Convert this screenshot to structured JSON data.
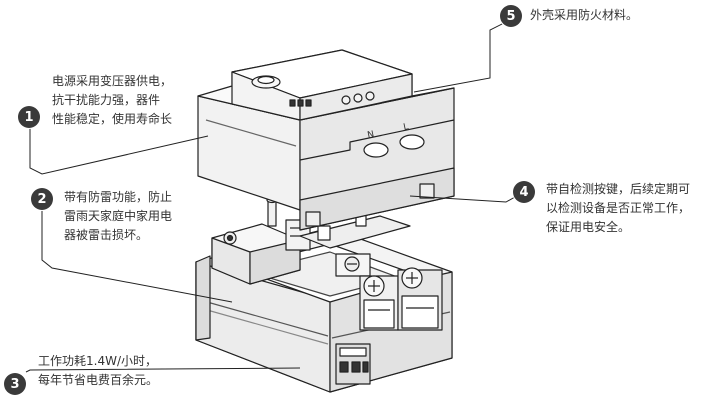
{
  "callouts": [
    {
      "number": "1",
      "text": "电源采用变压器供电，\n抗干扰能力强，器件\n性能稳定，使用寿命长"
    },
    {
      "number": "2",
      "text": "带有防雷功能，防止\n雷雨天家庭中家用电\n器被雷击损坏。"
    },
    {
      "number": "3",
      "text": "工作功耗1.4W/小时，\n每年节省电费百余元。"
    },
    {
      "number": "4",
      "text": "带自检测按键，后续定期可\n以检测设备是否正常工作，\n保证用电安全。"
    },
    {
      "number": "5",
      "text": "外壳采用防火材料。"
    }
  ],
  "device": {
    "terminal_labels": [
      "N",
      "L"
    ]
  },
  "colors": {
    "badge": "#3a3a3a",
    "line": "#222222",
    "text": "#333333"
  }
}
